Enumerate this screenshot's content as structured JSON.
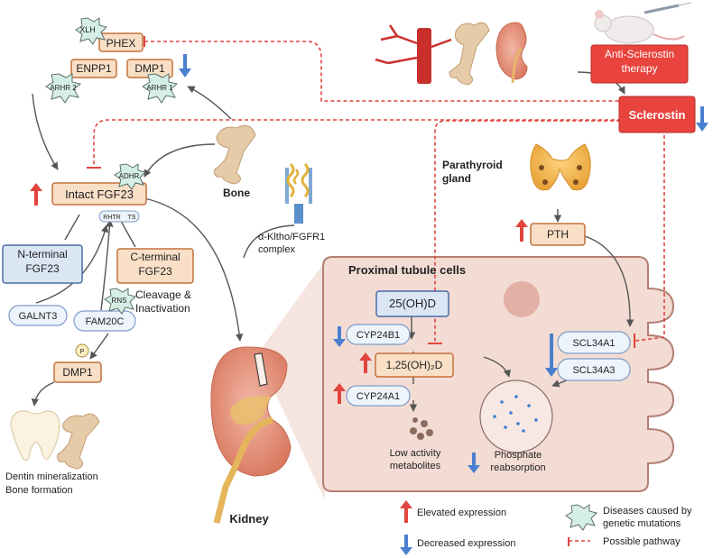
{
  "labels": {
    "phex": "PHEX",
    "xlh": "XLH",
    "enpp1": "ENPP1",
    "dmp1_top": "DMP1",
    "arhr2": "ARHR 2",
    "arhr1": "ARHR 1",
    "bone": "Bone",
    "adhr": "ADHR",
    "intact_fgf23": "Intact FGF23",
    "rhtr": "RHTR",
    "ts": "TS",
    "n_terminal": "N-terminal FGF23",
    "c_terminal": "C-terminal FGF23",
    "cleavage": "Cleavage & Inactivation",
    "rns": "RNS",
    "galnt3": "GALNT3",
    "fam20c": "FAM20C",
    "p": "P",
    "dmp1_bottom": "DMP1",
    "dentin": "Dentin mineralization",
    "bone_formation": "Bone formation",
    "klotho": "α-Kltho/FGFR1 complex",
    "kidney": "Kidney",
    "anti_sclerostin": "Anti-Sclerostin therapy",
    "sclerostin": "Sclerostin",
    "parathyroid": "Parathyroid gland",
    "pth": "PTH",
    "proximal": "Proximal tubule cells",
    "oh_d": "25(OH)D",
    "cyp24b1": "CYP24B1",
    "calcitriol": "1,25(OH)₂D",
    "cyp24a1": "CYP24A1",
    "low_activity": "Low activity metabolites",
    "phosphate": "Phosphate reabsorption",
    "scl34a1": "SCL34A1",
    "scl34a3": "SCL34A3"
  },
  "legend": {
    "elevated": "Elevated expression",
    "decreased": "Decreased expression",
    "diseases": "Diseases caused by genetic mutations",
    "possible": "Possible pathway"
  },
  "colors": {
    "elevated": "#e0453f",
    "decreased": "#4a7fd0",
    "pathway": "#e0453f"
  }
}
